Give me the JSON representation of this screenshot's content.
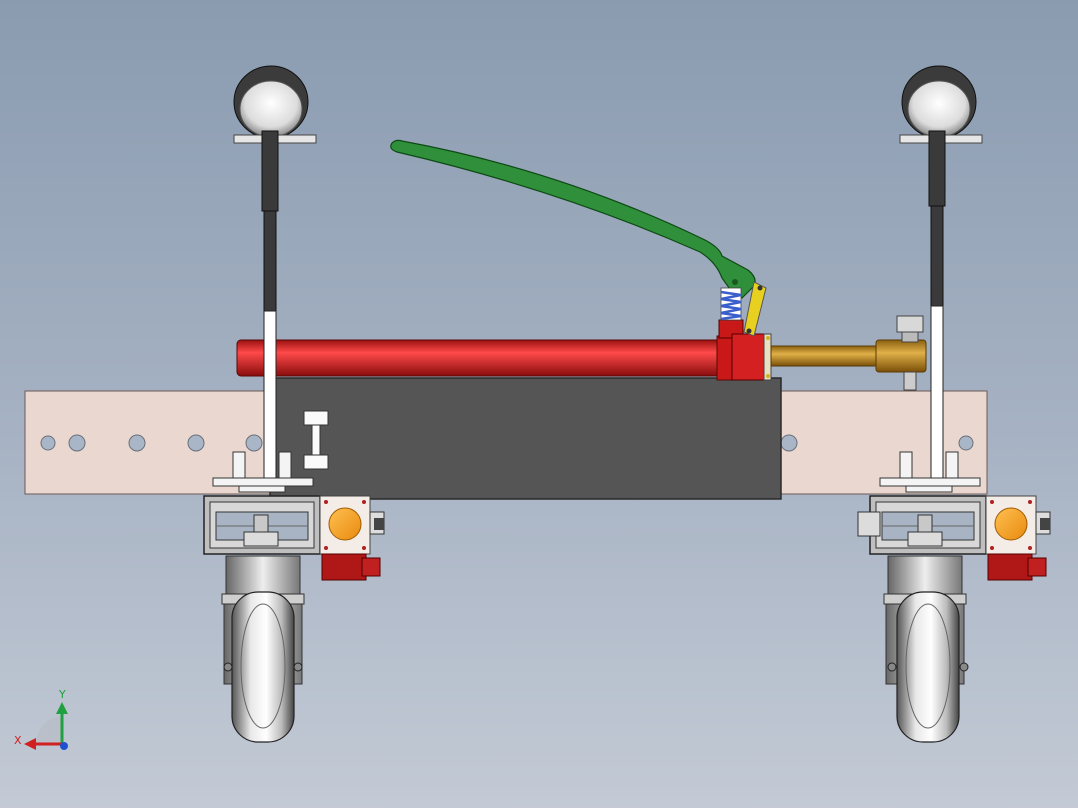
{
  "viewport": {
    "background_top": "#8a9bb0",
    "background_bottom": "#c3cad5"
  },
  "model": {
    "components": [
      "frame-rail",
      "jack-body",
      "hydraulic-cylinder",
      "piston-rod",
      "pump-handle",
      "return-spring",
      "yellow-link",
      "caster-wheel-left",
      "caster-wheel-right",
      "lift-arm-left",
      "lift-arm-right",
      "arm-roller-left",
      "arm-roller-right",
      "orange-fitting-left",
      "orange-fitting-right"
    ],
    "colors": {
      "cylinder": "#d42020",
      "pump_block": "#c81818",
      "rod": "#c89828",
      "handle": "#2f8f3a",
      "spring": "#3a5fcc",
      "link": "#e8d020",
      "fitting": "#f5a020",
      "rail": "#ead8d0",
      "jack_body": "#555555",
      "red_block": "#b01818"
    }
  },
  "triad": {
    "x_label": "X",
    "y_label": "Y",
    "x_color": "#d02020",
    "y_color": "#20a040",
    "z_color": "#2050d0"
  }
}
